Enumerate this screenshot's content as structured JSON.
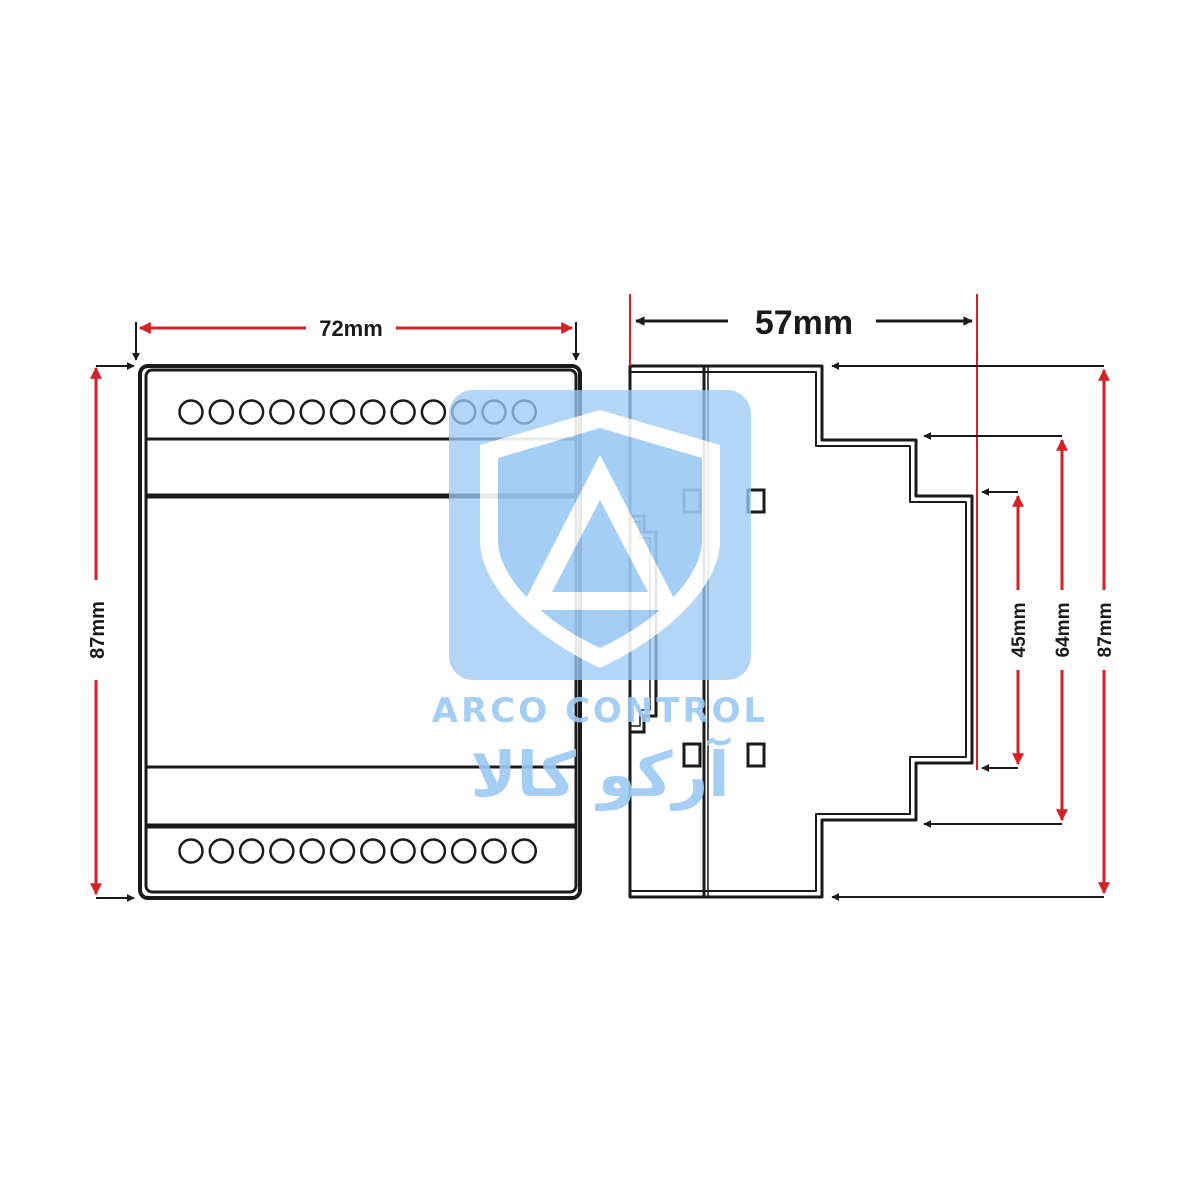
{
  "front_view": {
    "width_label": "72mm",
    "height_label": "87mm",
    "terminals_top": 12,
    "terminals_bottom": 12
  },
  "side_view": {
    "depth_label": "57mm",
    "height_inner_label": "45mm",
    "height_mid_label": "64mm",
    "height_outer_label": "87mm"
  },
  "watermark": {
    "name_latin": "ARCO CONTROL",
    "name_persian": "آرکو کالا"
  },
  "colors": {
    "outline": "#1a1a1a",
    "dimension_red": "#d42027",
    "watermark_blue": "#9cc9f5"
  }
}
